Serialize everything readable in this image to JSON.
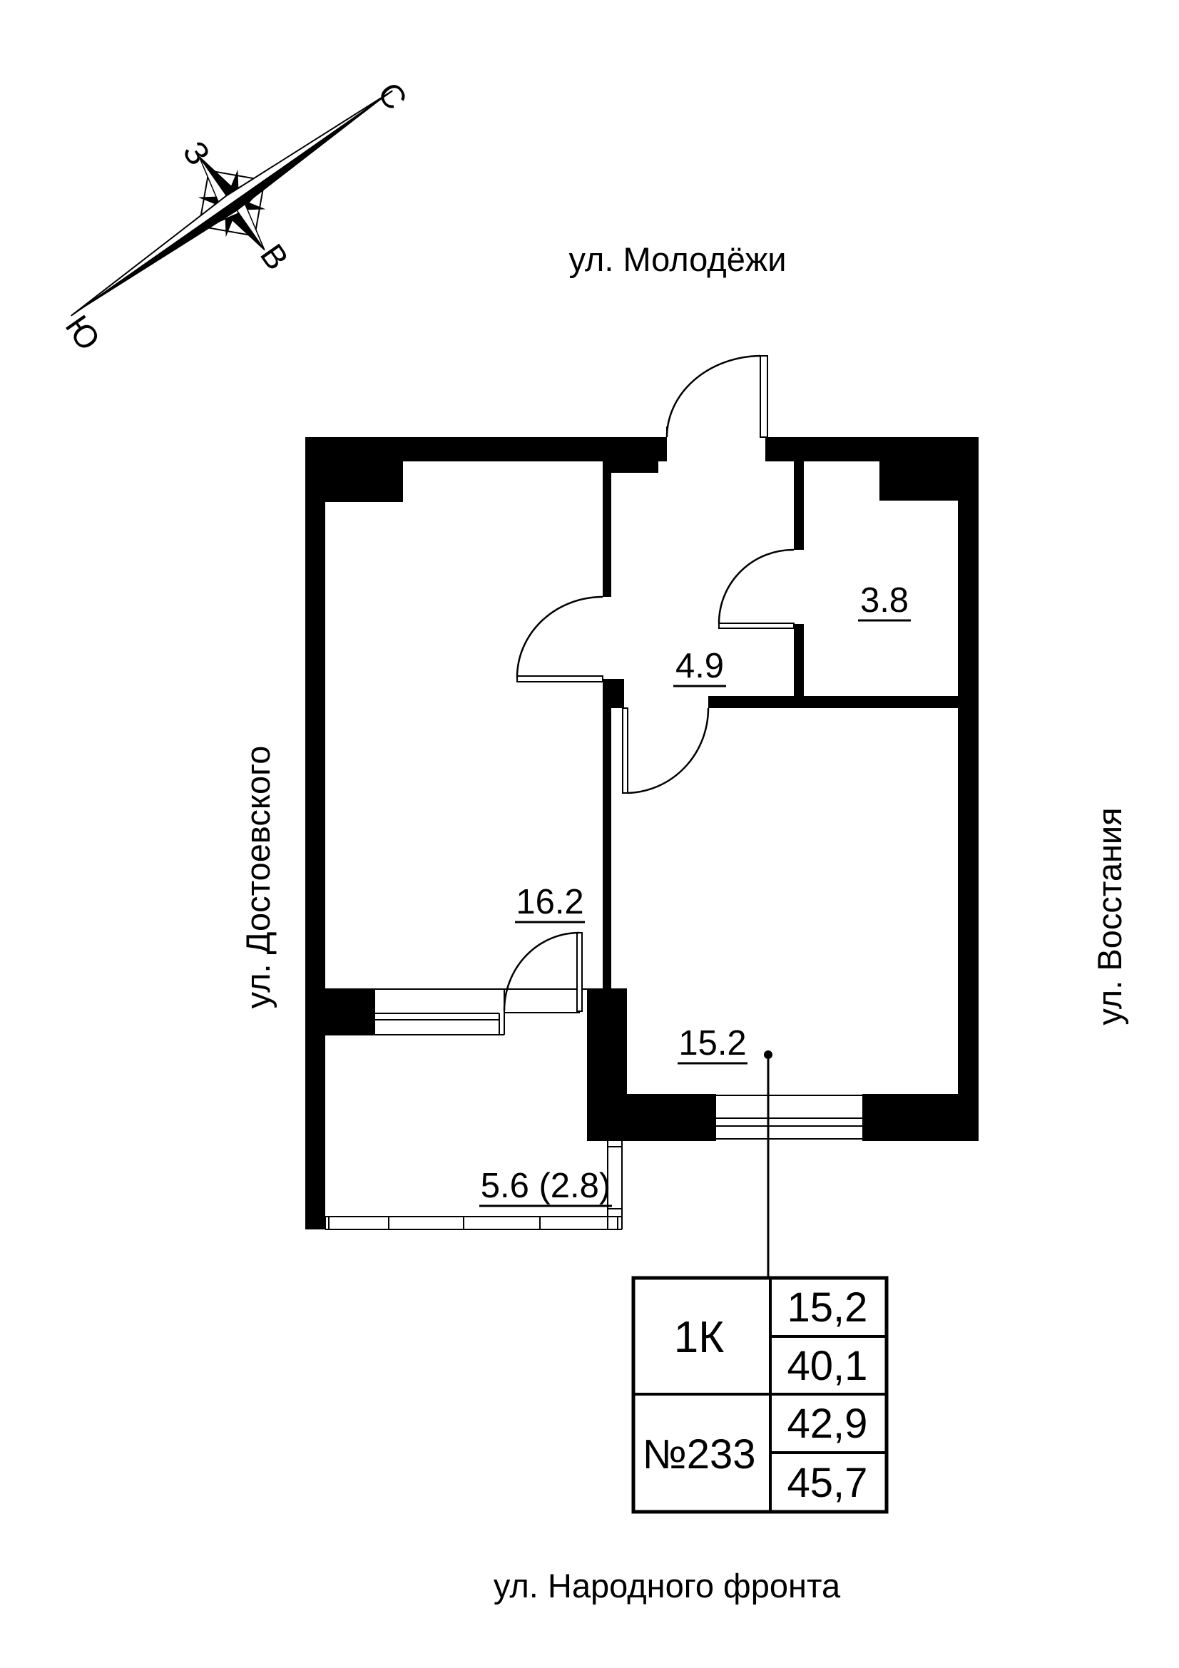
{
  "plan": {
    "streets": {
      "top": "ул. Молодёжи",
      "left": "ул. Достоевского",
      "right": "ул. Восстания",
      "bottom": "ул. Народного фронта"
    },
    "compass": {
      "north": "С",
      "south": "Ю",
      "west": "З",
      "east": "В"
    },
    "room_areas": {
      "wc": "3.8",
      "hall": "4.9",
      "room": "16.2",
      "kitchen_living": "15.2",
      "balcony": "5.6 (2.8)"
    },
    "info_table": {
      "apartment_type": "1К",
      "apartment_number": "№233",
      "rows": [
        "15,2",
        "40,1",
        "42,9",
        "45,7"
      ]
    }
  },
  "colors": {
    "ink": "#000000",
    "paper": "#ffffff"
  }
}
